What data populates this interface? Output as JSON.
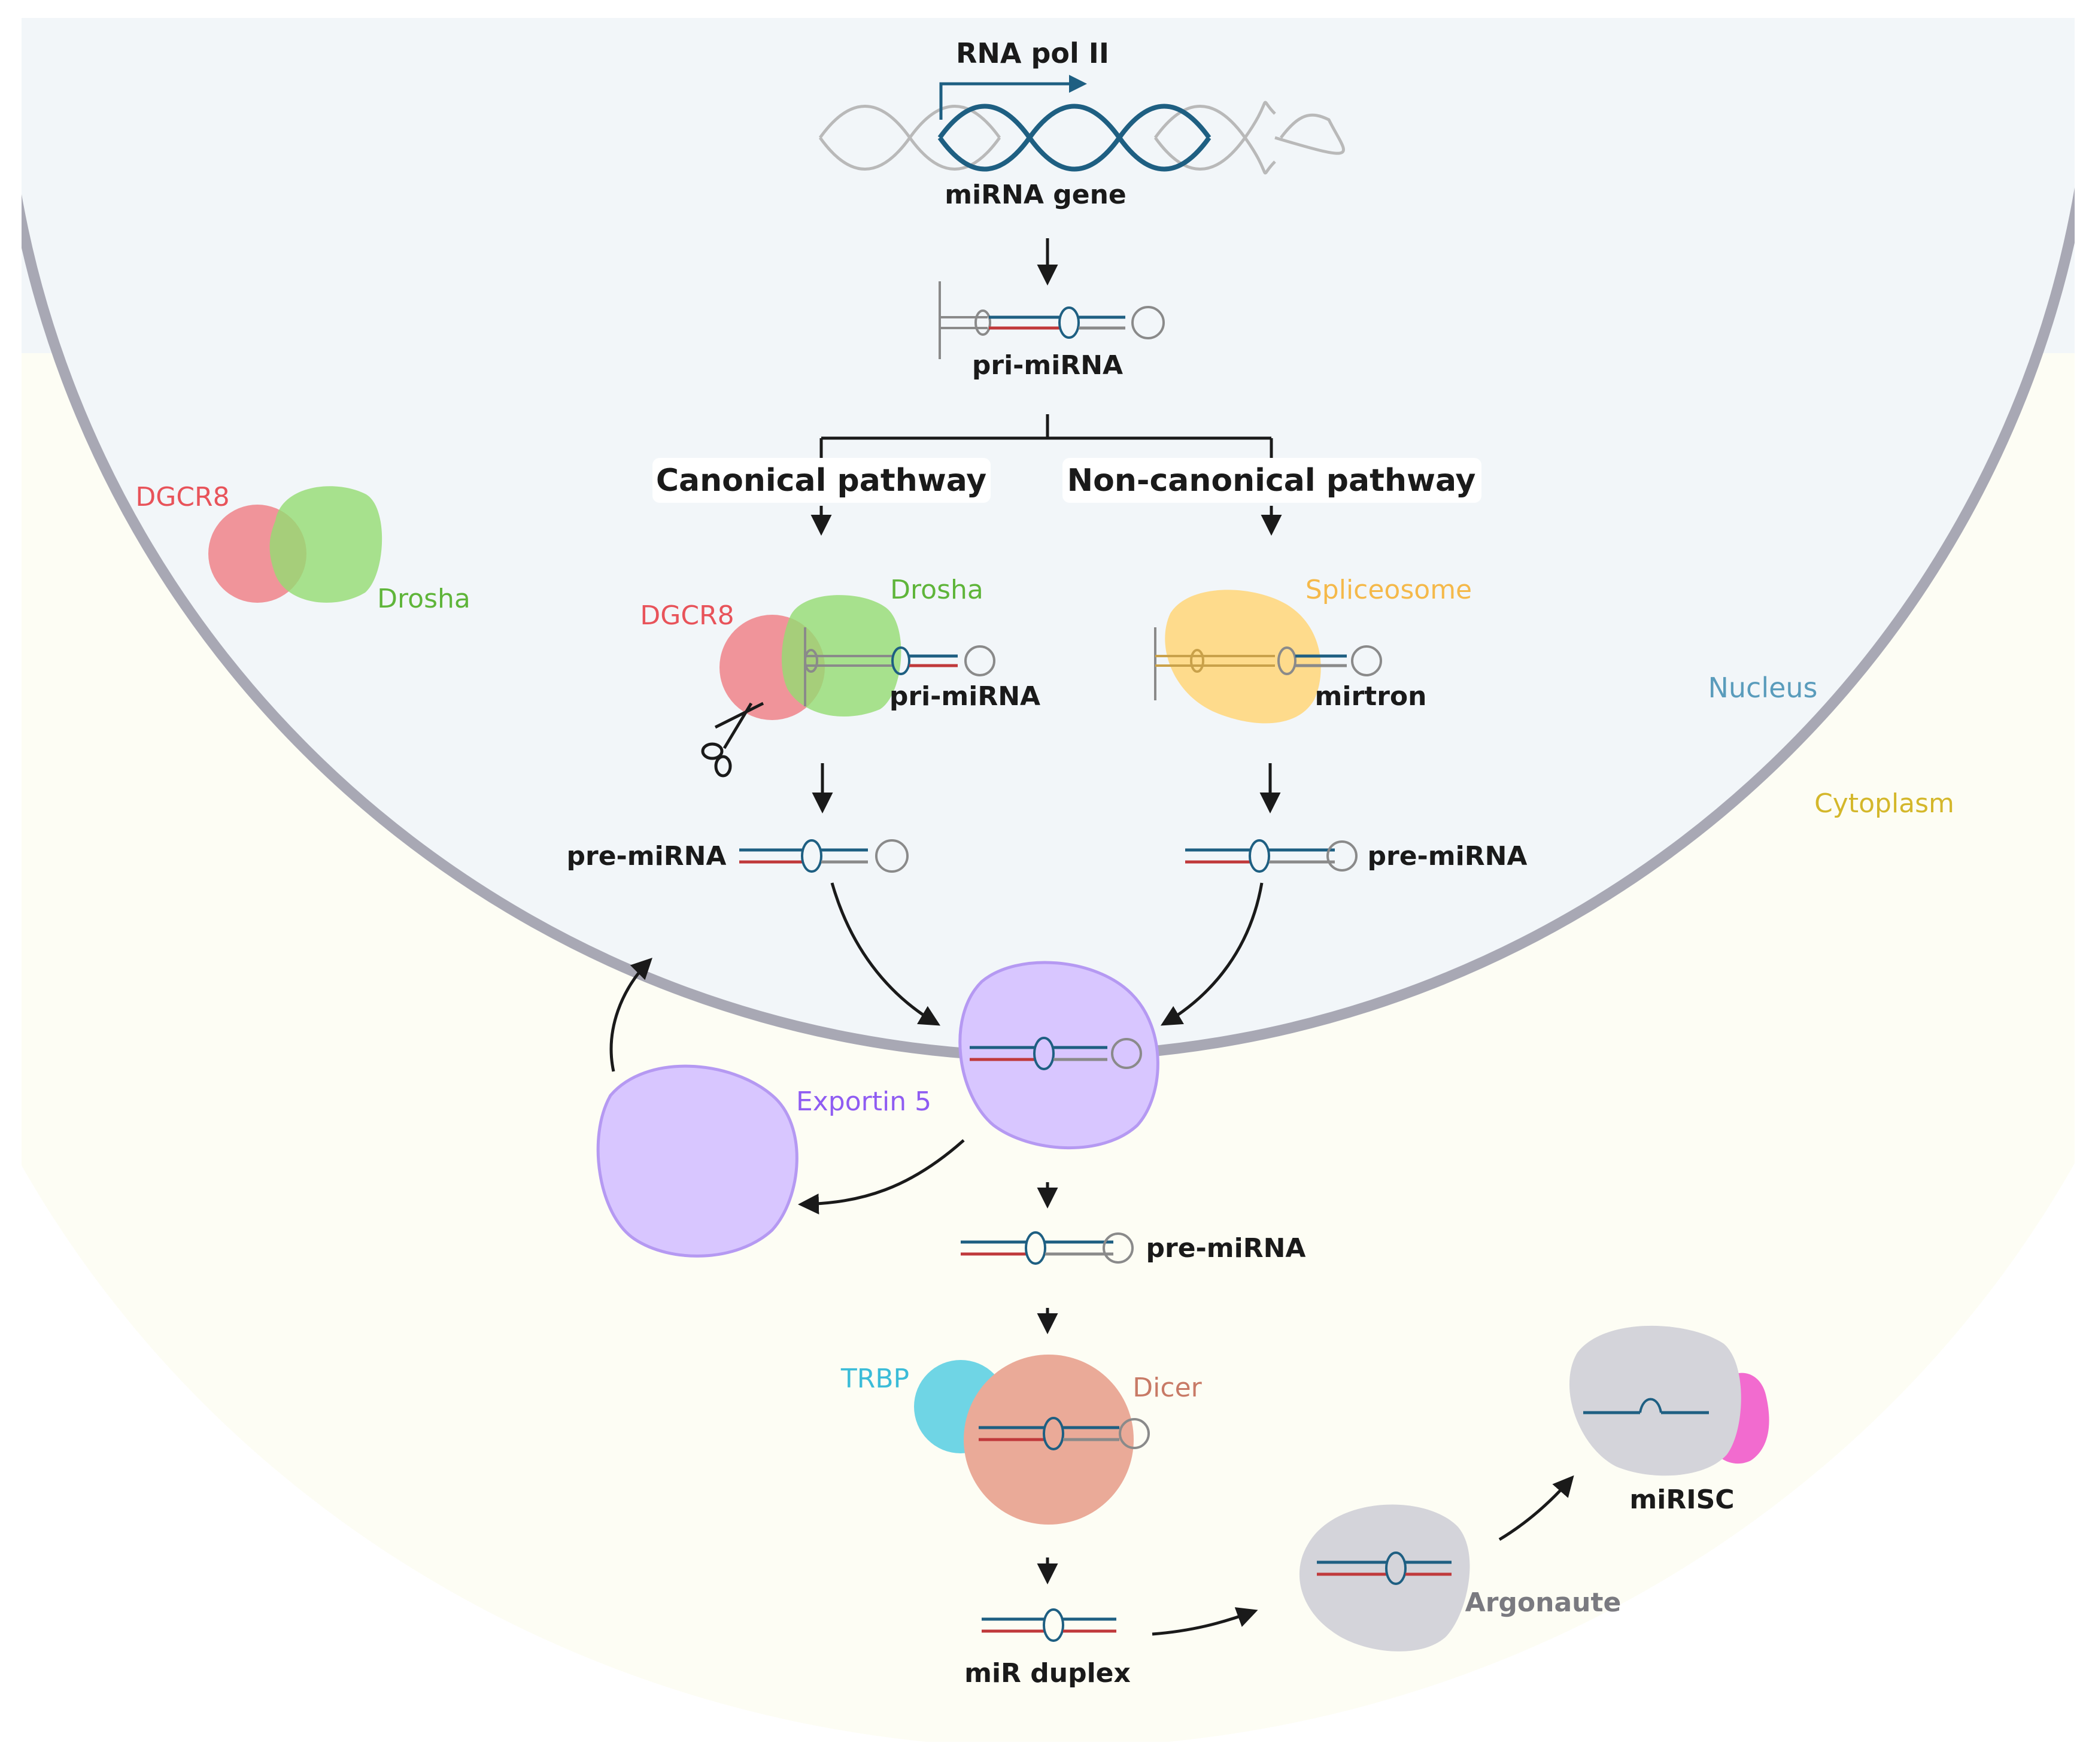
{
  "colors": {
    "nucleus_bg": "#f2f6f9",
    "cytoplasm_bg": "#fdfdf4",
    "membrane": "#a8a8b4",
    "rna_blue": "#1e5f82",
    "rna_red": "#c0393b",
    "rna_gray": "#8a8a8a",
    "dgcr8": "#f08a8f",
    "drosha": "#93dc72",
    "spliceosome": "#ffd880",
    "exportin": "#d8c6ff",
    "exportin_stroke": "#b599f2",
    "trbp": "#6fd5e5",
    "dicer": "#eaaa98",
    "argonaute": "#d4d4da",
    "mirisc_accent": "#f26bcf"
  },
  "labels": {
    "rna_pol": "RNA pol II",
    "mirna_gene": "miRNA gene",
    "pri_mirna_top": "pri-miRNA",
    "canonical": "Canonical pathway",
    "non_canonical": "Non-canonical pathway",
    "dgcr8_free": "DGCR8",
    "drosha_free": "Drosha",
    "dgcr8_complex": "DGCR8",
    "drosha_complex": "Drosha",
    "pri_mirna_complex": "pri-miRNA",
    "spliceosome": "Spliceosome",
    "mirtron": "mirtron",
    "nucleus": "Nucleus",
    "cytoplasm": "Cytoplasm",
    "pre_mirna_left": "pre-miRNA",
    "pre_mirna_right": "pre-miRNA",
    "exportin": "Exportin 5",
    "pre_mirna_cyto": "pre-miRNA",
    "trbp": "TRBP",
    "dicer": "Dicer",
    "mir_duplex": "miR duplex",
    "argonaute": "Argonaute",
    "mirisc": "miRISC"
  }
}
